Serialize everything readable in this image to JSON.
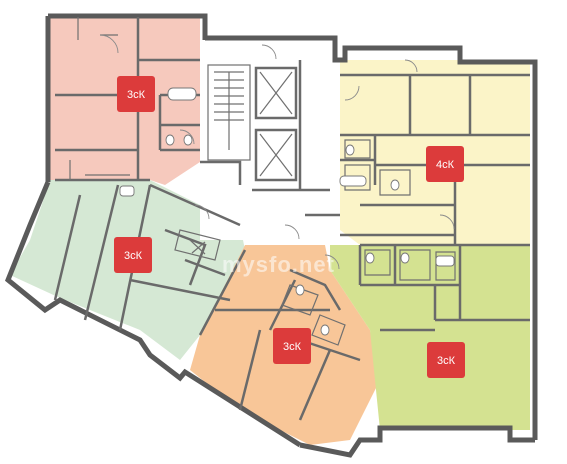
{
  "apartments": [
    {
      "id": "pink",
      "label": "3сК",
      "color": "#f6c9bd"
    },
    {
      "id": "green",
      "label": "3сК",
      "color": "#d5e8d4"
    },
    {
      "id": "orange",
      "label": "3сК",
      "color": "#f8c698"
    },
    {
      "id": "cream",
      "label": "4сК",
      "color": "#fbf4c8"
    },
    {
      "id": "lime",
      "label": "3сК",
      "color": "#d4e291"
    }
  ],
  "badge_color": "#dc3b3b",
  "watermark": "mysfo.net"
}
